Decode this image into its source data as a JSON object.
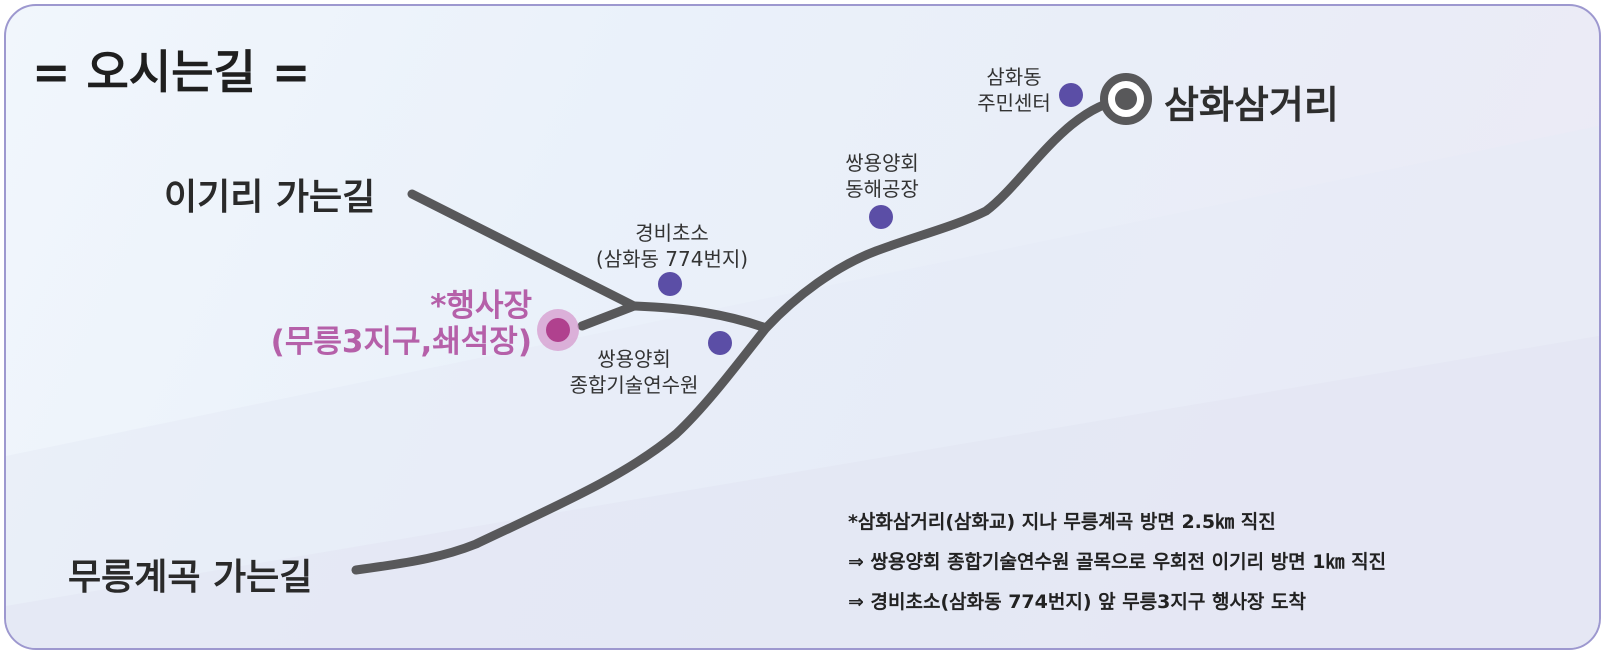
{
  "title": "= 오시는길 =",
  "roads": {
    "igiri": "이기리 가는길",
    "mureung": "무릉계곡 가는길"
  },
  "destination": "삼화삼거리",
  "landmarks": {
    "community_center": [
      "삼화동",
      "주민센터"
    ],
    "ssangyong_east_sea": [
      "쌍용양회",
      "동해공장"
    ],
    "guard_post": [
      "경비초소",
      "(삼화동 774번지)"
    ],
    "training_center": [
      "쌍용양회",
      "종합기술연수원"
    ]
  },
  "venue": [
    "*행사장",
    "(무릉3지구,쇄석장)"
  ],
  "directions": [
    "*삼화삼거리(삼화교) 지나 무릉계곡 방면 2.5㎞ 직진",
    "⇒ 쌍용양회 종합기술연수원 골목으로 우회전 이기리 방면 1㎞ 직진",
    "⇒ 경비초소(삼화동 774번지) 앞 무릉3지구 행사장 도착"
  ],
  "colors": {
    "road": "#58585a",
    "landmark_dot": "#5b4ea6",
    "venue": "#b560a9",
    "border": "#9d98cf"
  }
}
